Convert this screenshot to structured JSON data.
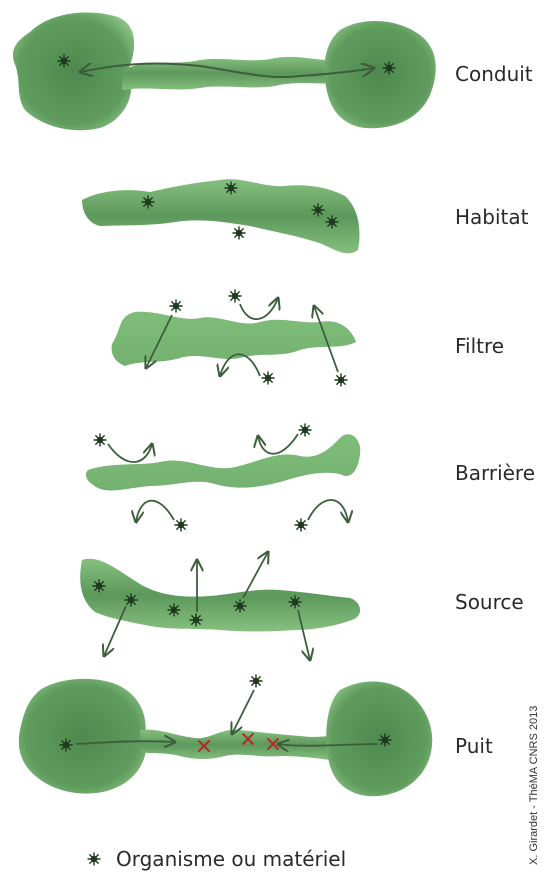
{
  "rows": [
    {
      "label": "Conduit"
    },
    {
      "label": "Habitat"
    },
    {
      "label": "Filtre"
    },
    {
      "label": "Barrière"
    },
    {
      "label": "Source"
    },
    {
      "label": "Puit"
    }
  ],
  "credit": "X. Girardet - ThéMA CNRS 2013",
  "legend": {
    "label": "Organisme ou matériel",
    "icon": "organism-star-icon"
  },
  "colors": {
    "patch_fill": "#5e9a5e",
    "corridor_fill": "#7dbb78",
    "corridor_dark": "#4f864f",
    "arrow": "#3d5e3d",
    "organism": "#1f3a1f",
    "cross": "#b42a2a"
  }
}
